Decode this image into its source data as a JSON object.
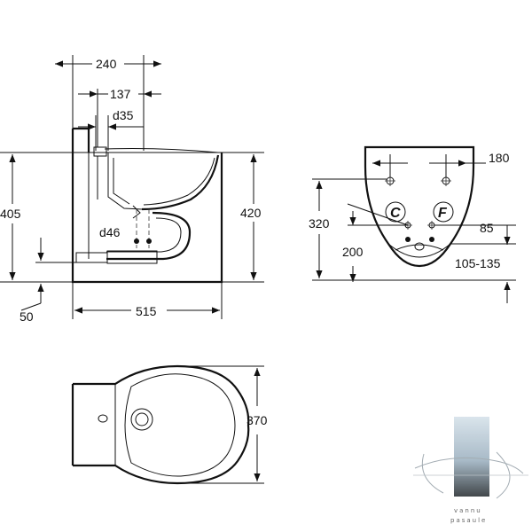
{
  "side_view": {
    "dims": {
      "top_width": "240",
      "mid_width": "137",
      "inlet_diameter": "d35",
      "outlet_diameter": "d46",
      "height_left": "405",
      "height_right": "420",
      "floor_gap": "50",
      "depth": "515"
    }
  },
  "rear_view": {
    "dims": {
      "hole_spacing": "180",
      "height_total": "320",
      "height_lower": "200",
      "offset_small": "85",
      "offset_range": "105-135"
    },
    "labels": {
      "cold": "C",
      "hot": "F"
    }
  },
  "top_view": {
    "dims": {
      "width": "370"
    }
  },
  "watermark": {
    "text_line1": "vannu",
    "text_line2": "pasaule"
  },
  "colors": {
    "line": "#111111",
    "watermark_dark": "#3a3a3a",
    "watermark_light": "#cfd8e0"
  }
}
